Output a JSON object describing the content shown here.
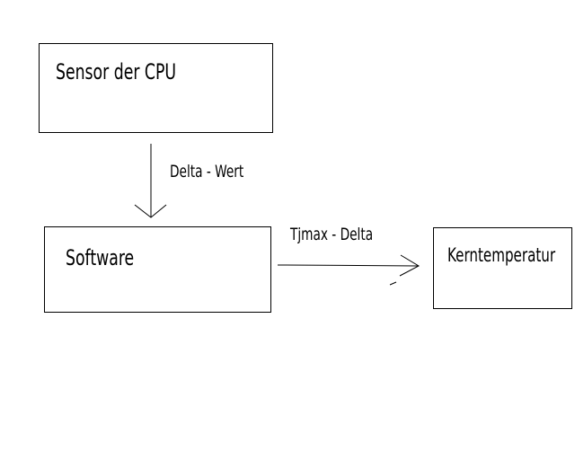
{
  "diagram": {
    "nodes": {
      "sensor": {
        "label": "Sensor der CPU"
      },
      "software": {
        "label": "Software"
      },
      "kerntemperatur": {
        "label": "Kerntemperatur"
      }
    },
    "edges": {
      "sensor_to_software": {
        "from": "sensor",
        "to": "software",
        "label": "Delta - Wert"
      },
      "software_to_kerntemperatur": {
        "from": "software",
        "to": "kerntemperatur",
        "label": "Tjmax - Delta"
      }
    },
    "colors": {
      "stroke": "#000000",
      "background": "#ffffff"
    }
  }
}
